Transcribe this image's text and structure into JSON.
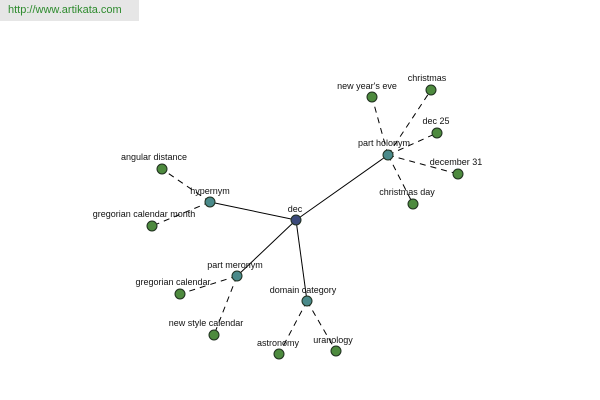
{
  "header": {
    "site_url": "http://www.artikata.com"
  },
  "colors": {
    "root": "#3b4a7a",
    "category": "#4a8a8a",
    "term": "#4d8a3e"
  },
  "graph": {
    "root": {
      "id": "dec",
      "label": "dec"
    },
    "groups": [
      {
        "id": "part-holonym",
        "label": "part holonym",
        "children": [
          {
            "id": "new-years-eve",
            "label": "new year's eve"
          },
          {
            "id": "christmas",
            "label": "christmas"
          },
          {
            "id": "dec-25",
            "label": "dec 25"
          },
          {
            "id": "december-31",
            "label": "december 31"
          },
          {
            "id": "christmas-day",
            "label": "christmas day"
          }
        ]
      },
      {
        "id": "hypernym",
        "label": "hypernym",
        "children": [
          {
            "id": "angular-distance",
            "label": "angular distance"
          },
          {
            "id": "gregorian-calendar-month",
            "label": "gregorian calendar month"
          }
        ]
      },
      {
        "id": "part-meronym",
        "label": "part meronym",
        "children": [
          {
            "id": "gregorian-calendar",
            "label": "gregorian calendar"
          },
          {
            "id": "new-style-calendar",
            "label": "new style calendar"
          }
        ]
      },
      {
        "id": "domain-category",
        "label": "domain category",
        "children": [
          {
            "id": "astronomy",
            "label": "astronomy"
          },
          {
            "id": "uranology",
            "label": "uranology"
          }
        ]
      }
    ]
  }
}
